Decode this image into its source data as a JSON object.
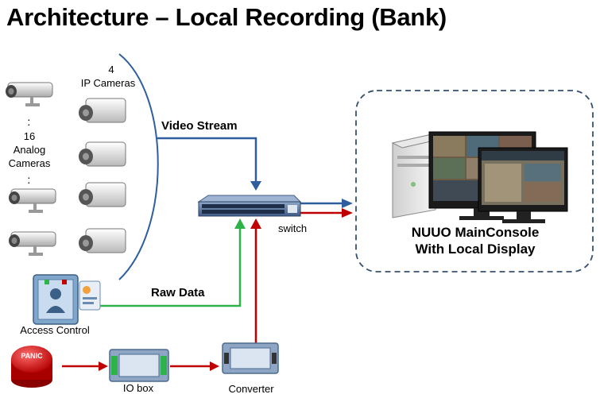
{
  "title": "Architecture – Local Recording (Bank)",
  "ip_cameras": {
    "count": "4",
    "label": "IP Cameras"
  },
  "analog_cameras": {
    "count": "16",
    "line1": "Analog",
    "line2": "Cameras"
  },
  "video_stream_label": "Video Stream",
  "raw_data_label": "Raw Data",
  "switch_label": "switch",
  "access_control_label": "Access Control",
  "panic_label": "PANIC",
  "io_box_label": "IO box",
  "converter_label": "Converter",
  "console": {
    "line1": "NUUO MainConsole",
    "line2": "With Local Display"
  },
  "colors": {
    "blue": "#2f5e9e",
    "red": "#c00000",
    "green": "#2eb24a",
    "dashed_border": "#35506e"
  }
}
